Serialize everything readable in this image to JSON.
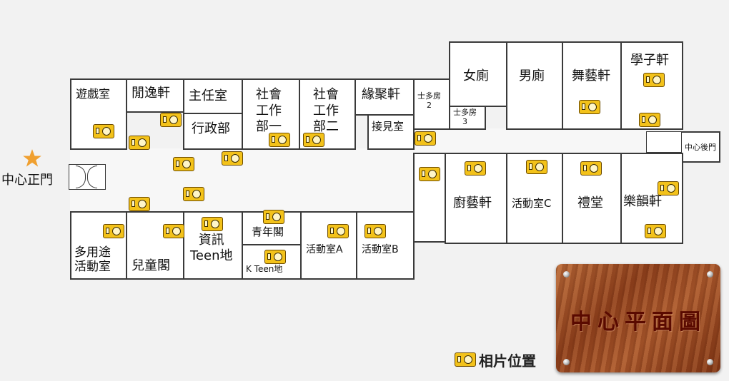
{
  "entrance": {
    "label": "中心正門",
    "marker_icon": "star-icon",
    "marker_color": "#f0a030"
  },
  "rear_exit": {
    "label": "中心後門"
  },
  "plaque": {
    "title": "中心平面圖"
  },
  "legend": {
    "icon": "camera-icon",
    "label": "相片位置"
  },
  "colors": {
    "camera": "#f3c21a",
    "wall": "#3a3a3a",
    "room_fill": "#ffffff",
    "plaque_wood": "#9a4a22",
    "plaque_text": "#5a0a00"
  },
  "rooms": {
    "game_room": "遊戲室",
    "leisure_room": "閒逸軒",
    "director_office": "主任室",
    "admin_office": "行政部",
    "social_work_1": "社會\n工作\n部一",
    "social_work_2": "社會\n工作\n部二",
    "gathering_room": "緣聚軒",
    "reception_room": "接見室",
    "multi_room_2": "士多房\n2",
    "multi_room_3": "士多房\n3",
    "female_toilet": "女廁",
    "male_toilet": "男廁",
    "dance_room": "舞藝軒",
    "study_room": "學子軒",
    "multipurpose_room": "多用途\n活動室",
    "children_room": "兒童閣",
    "it_teen": "資訊\nTeen地",
    "youth_room": "青年閣",
    "k_teen": "K Teen地",
    "activity_a": "活動室A",
    "activity_b": "活動室B",
    "kitchen_room": "廚藝軒",
    "activity_c": "活動室C",
    "hall": "禮堂",
    "music_room": "樂韻軒"
  },
  "cameras": [
    "photo-game-room",
    "photo-leisure-room",
    "photo-admin",
    "photo-social-work-1",
    "photo-social-work-2",
    "photo-reception",
    "photo-dance-room",
    "photo-study-room-1",
    "photo-study-room-2",
    "photo-corridor-1",
    "photo-corridor-2",
    "photo-corridor-3",
    "photo-corridor-4",
    "photo-corridor-5",
    "photo-multipurpose",
    "photo-children",
    "photo-it-teen",
    "photo-youth",
    "photo-k-teen",
    "photo-activity-a",
    "photo-activity-b",
    "photo-corridor-east",
    "photo-kitchen",
    "photo-activity-c",
    "photo-hall",
    "photo-music-1",
    "photo-music-2"
  ]
}
